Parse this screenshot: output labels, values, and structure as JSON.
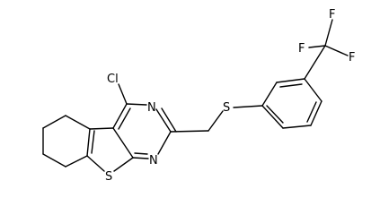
{
  "molecule": {
    "atoms": {
      "cl": "Cl",
      "n_upper": "N",
      "n_lower": "N",
      "s_ring": "S",
      "s_link": "S",
      "f_top": "F",
      "f_left": "F",
      "f_right": "F"
    },
    "colors": {
      "bond": "#000000",
      "label": "#000000",
      "background": "#ffffff"
    }
  }
}
